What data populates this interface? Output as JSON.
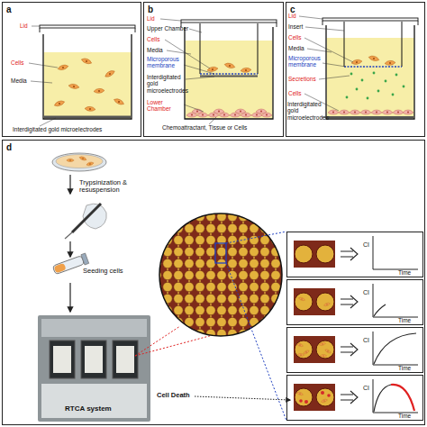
{
  "diagram": {
    "nodes": [
      {
        "text": [
          "a"
        ]
      },
      {
        "text": [
          "b"
        ]
      },
      {
        "text": [
          "c"
        ]
      },
      {
        "text": [
          "d"
        ]
      },
      {
        "text": [
          "CI",
          "Time"
        ],
        "in": 3
      },
      {
        "text": [
          "CI",
          "Time"
        ],
        "in": 3
      },
      {
        "text": [
          "CI",
          "Time"
        ],
        "in": 3
      },
      {
        "text": [
          "CI",
          "Time"
        ],
        "in": 3
      }
    ],
    "labels": [
      "Lid",
      "Cells",
      "Media",
      "Interdigitated gold microelectrodes",
      "Lid",
      "Upper Chamber",
      "Cells",
      "Media",
      "Microporous membrane",
      "Interdigitated gold microelectrodes",
      "Lower Chamber",
      "Chemoattractant, Tissue or Cells",
      "Lid",
      "Insert",
      "Cells",
      "Media",
      "Microporous membrane",
      "Secretions",
      "Cells",
      "Interdigitated gold microelectrodes",
      "Trypsinization & resuspension",
      "Seeding cells",
      "RTCA system",
      "Cell Death"
    ]
  }
}
